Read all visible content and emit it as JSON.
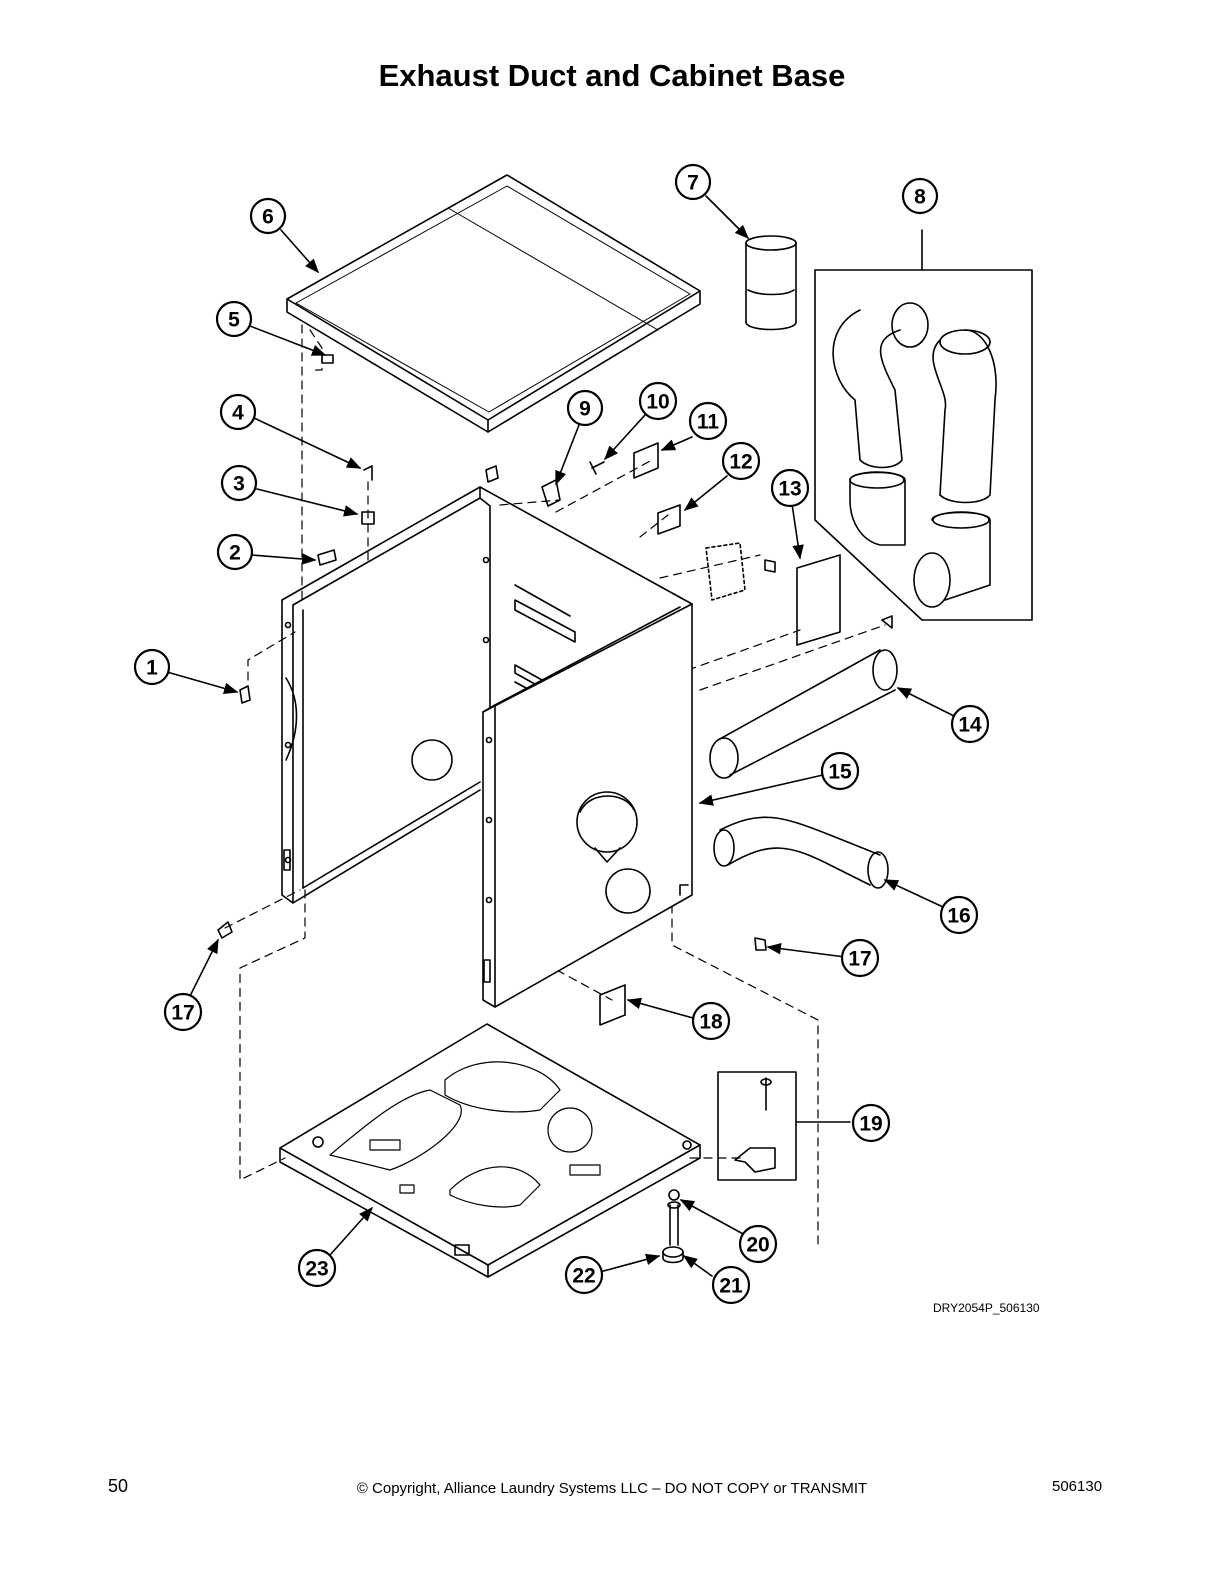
{
  "page": {
    "title": "Exhaust Duct and Cabinet Base",
    "drawing_code": "DRY2054P_506130",
    "page_number": "50",
    "copyright": "© Copyright, Alliance Laundry Systems LLC – DO NOT COPY or TRANSMIT",
    "document_number": "506130"
  },
  "callouts": [
    {
      "id": "c1",
      "label": "1"
    },
    {
      "id": "c2",
      "label": "2"
    },
    {
      "id": "c3",
      "label": "3"
    },
    {
      "id": "c4",
      "label": "4"
    },
    {
      "id": "c5",
      "label": "5"
    },
    {
      "id": "c6",
      "label": "6"
    },
    {
      "id": "c7",
      "label": "7"
    },
    {
      "id": "c8",
      "label": "8"
    },
    {
      "id": "c9",
      "label": "9"
    },
    {
      "id": "c10",
      "label": "10"
    },
    {
      "id": "c11",
      "label": "11"
    },
    {
      "id": "c12",
      "label": "12"
    },
    {
      "id": "c13",
      "label": "13"
    },
    {
      "id": "c14",
      "label": "14"
    },
    {
      "id": "c15",
      "label": "15"
    },
    {
      "id": "c16",
      "label": "16"
    },
    {
      "id": "c17a",
      "label": "17"
    },
    {
      "id": "c17b",
      "label": "17"
    },
    {
      "id": "c18",
      "label": "18"
    },
    {
      "id": "c19",
      "label": "19"
    },
    {
      "id": "c20",
      "label": "20"
    },
    {
      "id": "c21",
      "label": "21"
    },
    {
      "id": "c22",
      "label": "22"
    },
    {
      "id": "c23",
      "label": "23"
    }
  ]
}
